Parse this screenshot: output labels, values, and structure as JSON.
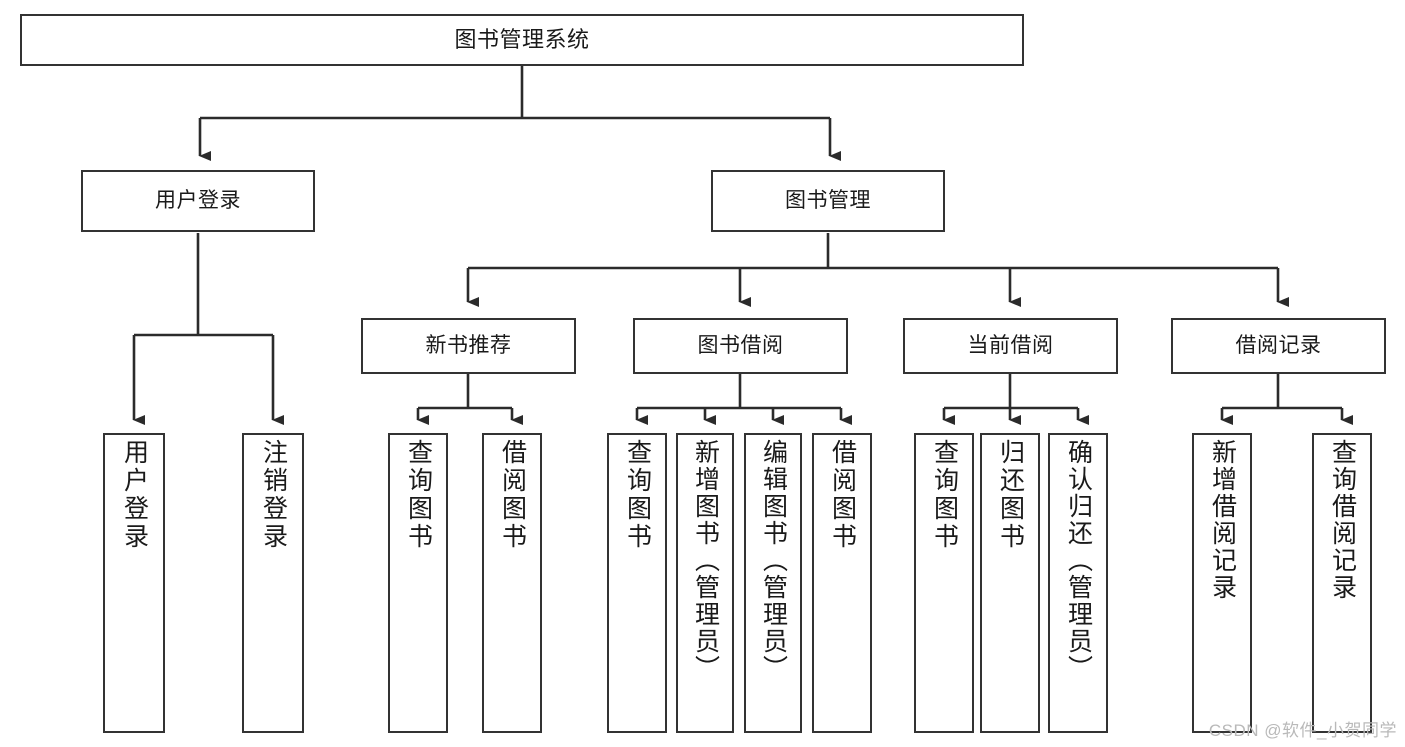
{
  "diagram": {
    "type": "tree-hierarchy",
    "title": "图书管理系统",
    "colors": {
      "box_border": "#333333",
      "box_fill": "#ffffff",
      "connector": "#2b2b2b",
      "text": "#1a1a1a",
      "watermark": "#b9b9b9",
      "background": "#ffffff"
    },
    "levels": {
      "root": "图书管理系统",
      "level2": [
        "用户登录",
        "图书管理"
      ],
      "level3": [
        "新书推荐",
        "图书借阅",
        "当前借阅",
        "借阅记录"
      ]
    },
    "nodes": {
      "root": {
        "label": "图书管理系统"
      },
      "user_login": {
        "label": "用户登录"
      },
      "book_manage": {
        "label": "图书管理"
      },
      "new_book_rec": {
        "label": "新书推荐"
      },
      "book_borrow": {
        "label": "图书借阅"
      },
      "current_borrow": {
        "label": "当前借阅"
      },
      "borrow_record": {
        "label": "借阅记录"
      },
      "leaf_user_login": {
        "label": "用户登录"
      },
      "leaf_logout": {
        "label": "注销登录"
      },
      "leaf_query_book_1": {
        "label": "查询图书"
      },
      "leaf_borrow_book_1": {
        "label": "借阅图书"
      },
      "leaf_query_book_2": {
        "label": "查询图书"
      },
      "leaf_add_book": {
        "label": "新增图书（管理员）"
      },
      "leaf_edit_book": {
        "label": "编辑图书（管理员）"
      },
      "leaf_borrow_book_2": {
        "label": "借阅图书"
      },
      "leaf_query_book_3": {
        "label": "查询图书"
      },
      "leaf_return_book": {
        "label": "归还图书"
      },
      "leaf_confirm_return": {
        "label": "确认归还（管理员）"
      },
      "leaf_add_record": {
        "label": "新增借阅记录"
      },
      "leaf_query_record": {
        "label": "查询借阅记录"
      }
    },
    "edges": [
      {
        "from": "root",
        "to": "user_login"
      },
      {
        "from": "root",
        "to": "book_manage"
      },
      {
        "from": "user_login",
        "to": "leaf_user_login"
      },
      {
        "from": "user_login",
        "to": "leaf_logout"
      },
      {
        "from": "book_manage",
        "to": "new_book_rec"
      },
      {
        "from": "book_manage",
        "to": "book_borrow"
      },
      {
        "from": "book_manage",
        "to": "current_borrow"
      },
      {
        "from": "book_manage",
        "to": "borrow_record"
      },
      {
        "from": "new_book_rec",
        "to": "leaf_query_book_1"
      },
      {
        "from": "new_book_rec",
        "to": "leaf_borrow_book_1"
      },
      {
        "from": "book_borrow",
        "to": "leaf_query_book_2"
      },
      {
        "from": "book_borrow",
        "to": "leaf_add_book"
      },
      {
        "from": "book_borrow",
        "to": "leaf_edit_book"
      },
      {
        "from": "book_borrow",
        "to": "leaf_borrow_book_2"
      },
      {
        "from": "current_borrow",
        "to": "leaf_query_book_3"
      },
      {
        "from": "current_borrow",
        "to": "leaf_return_book"
      },
      {
        "from": "current_borrow",
        "to": "leaf_confirm_return"
      },
      {
        "from": "borrow_record",
        "to": "leaf_add_record"
      },
      {
        "from": "borrow_record",
        "to": "leaf_query_record"
      }
    ]
  },
  "watermark": {
    "text": "CSDN @软件_小贺同学"
  }
}
